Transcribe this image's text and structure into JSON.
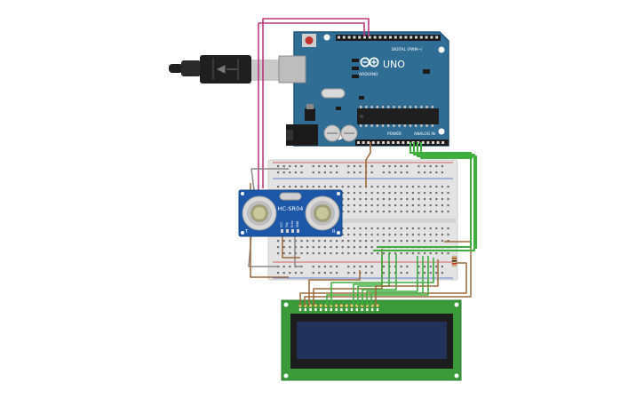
{
  "arduino": {
    "logo": "UNO",
    "brand": "ARDUINO",
    "digital_label": "DIGITAL (PWM~)",
    "power_label": "POWER",
    "analog_label": "ANALOG IN",
    "chip_label": "",
    "colors": {
      "board": "#2f6d94",
      "chip": "#222222",
      "header": "#1b1b1b"
    }
  },
  "sensor": {
    "label": "HC-SR04",
    "left_label": "T",
    "right_label": "R",
    "pins": [
      "VCC",
      "Trig",
      "Echo",
      "GND"
    ],
    "colors": {
      "board": "#1c57a8",
      "can": "#d8d8d8"
    }
  },
  "lcd": {
    "pin_count": 16,
    "colors": {
      "pcb": "#3a9a3a",
      "bezel": "#1d1d1d",
      "screen": "#22325a"
    }
  },
  "breadboard": {
    "colors": {
      "body": "#e4e4e4",
      "rail_red": "#cc3b3b",
      "rail_blue": "#3b5fcc"
    }
  },
  "usb_cable": {
    "colors": {
      "plug": "#202020",
      "metal": "#c9c9c9"
    }
  },
  "wire_colors": {
    "pink": "#c0387e",
    "green": "#3fae3f",
    "brown": "#9c6a3a",
    "gray": "#8a8a8a"
  }
}
